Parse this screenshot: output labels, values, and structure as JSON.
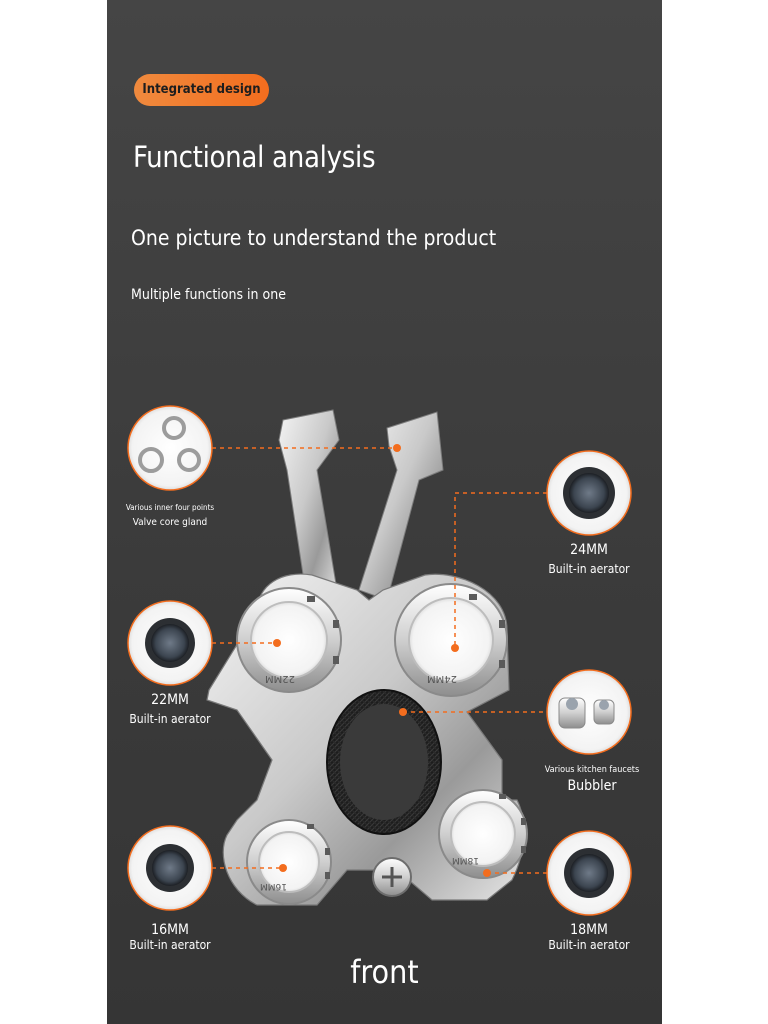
{
  "header": {
    "badge": "Integrated design",
    "title": "Functional analysis",
    "subtitle": "One picture to understand the product",
    "tagline": "Multiple functions in one"
  },
  "callouts": {
    "valve": {
      "line1": "Various inner four points",
      "line2": "Valve core gland"
    },
    "aerator24": {
      "size": "24MM",
      "label": "Built-in aerator"
    },
    "aerator22": {
      "size": "22MM",
      "label": "Built-in aerator"
    },
    "bubbler": {
      "line1": "Various kitchen faucets",
      "line2": "Bubbler"
    },
    "aerator16": {
      "size": "16MM",
      "label": "Built-in aerator"
    },
    "aerator18": {
      "size": "18MM",
      "label": "Built-in aerator"
    }
  },
  "engraving": {
    "a": "22MM",
    "b": "24MM",
    "c": "16MM",
    "d": "18MM"
  },
  "footer": {
    "view": "front"
  },
  "colors": {
    "accent": "#f36d1e",
    "background": "#3f3f3f",
    "metal": "#d9d9d9"
  },
  "icons": [
    "valve-gland-rings-icon",
    "aerator-icon",
    "bubbler-pair-icon",
    "screw-icon"
  ]
}
